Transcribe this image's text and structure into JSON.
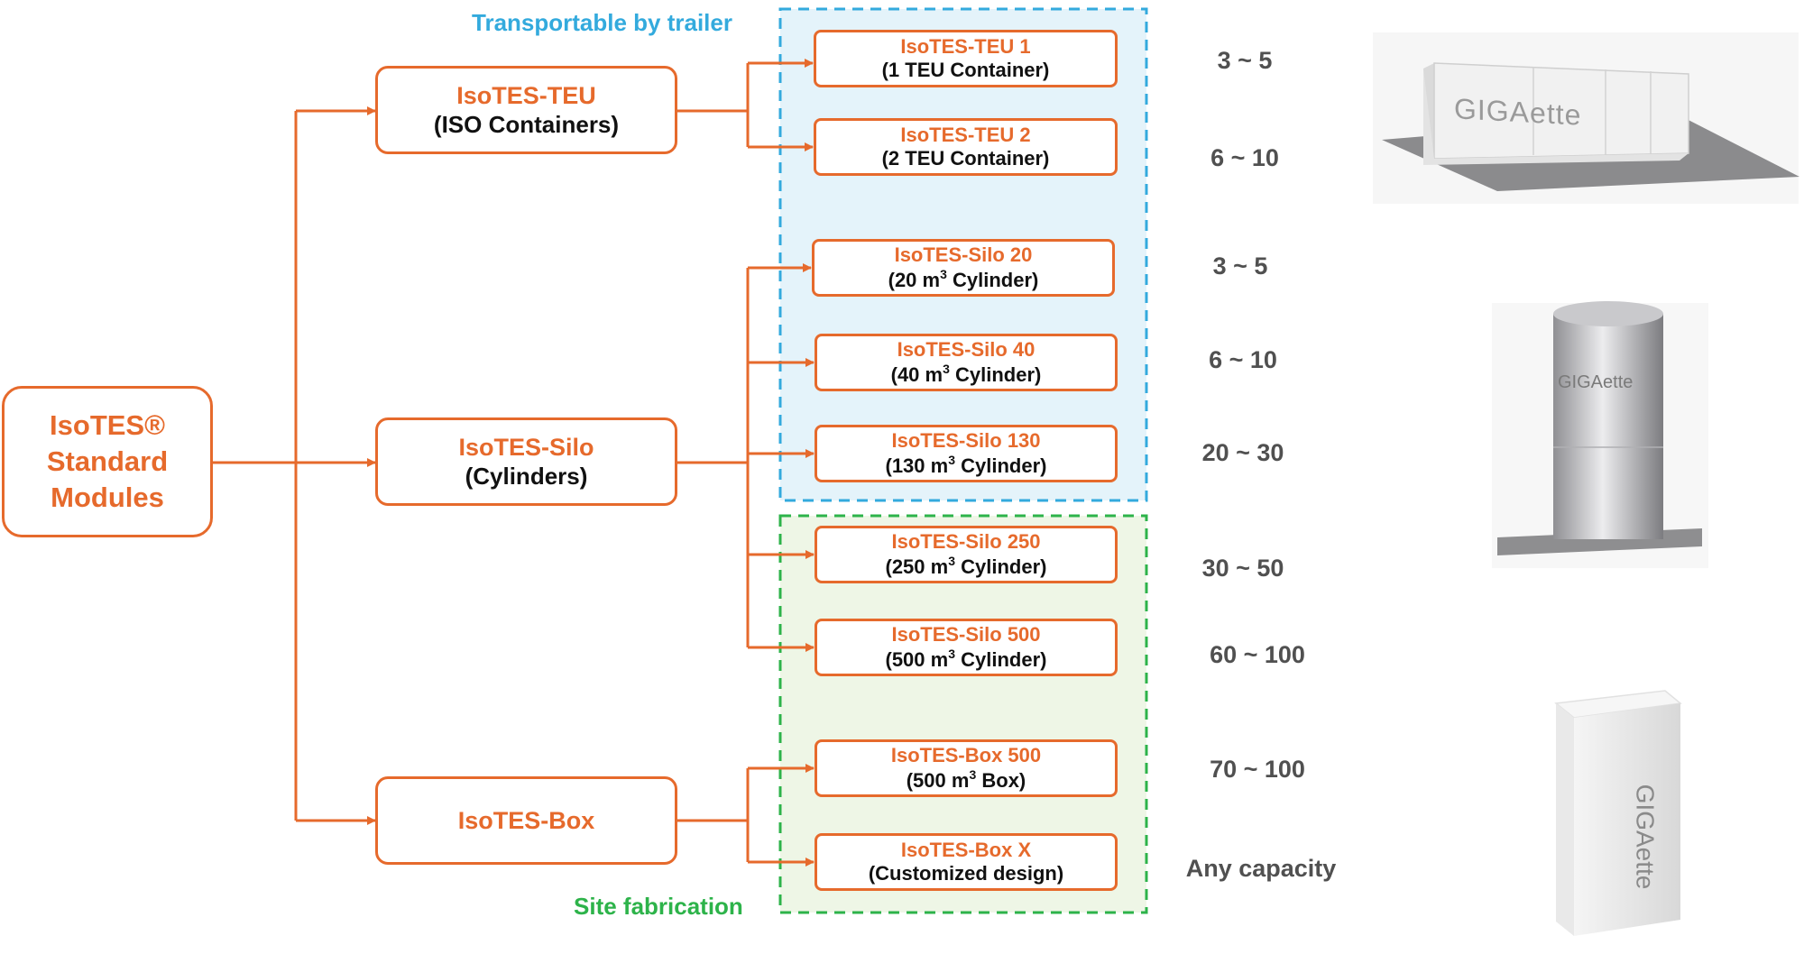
{
  "colors": {
    "accent": "#E66A2C",
    "trailer_zone": "#33AADD",
    "site_zone": "#2DB34A",
    "capacity_text": "#505050"
  },
  "root": {
    "line1": "IsoTES®",
    "line2": "Standard",
    "line3": "Modules"
  },
  "families": [
    {
      "title": "IsoTES-TEU",
      "subtitle": "(ISO Containers)"
    },
    {
      "title": "IsoTES-Silo",
      "subtitle": "(Cylinders)"
    },
    {
      "title": "IsoTES-Box",
      "subtitle": ""
    }
  ],
  "zones": {
    "trailer_label": "Transportable by trailer",
    "site_label": "Site fabrication"
  },
  "modules": [
    {
      "title": "IsoTES-TEU 1",
      "sub_a": "(1 TEU Container)",
      "sub_sup": "",
      "sub_b": "",
      "capacity": "3 ~ 5"
    },
    {
      "title": "IsoTES-TEU 2",
      "sub_a": "(2 TEU Container)",
      "sub_sup": "",
      "sub_b": "",
      "capacity": "6 ~ 10"
    },
    {
      "title": "IsoTES-Silo 20",
      "sub_a": "(20 m",
      "sub_sup": "3",
      "sub_b": " Cylinder)",
      "capacity": "3 ~ 5"
    },
    {
      "title": "IsoTES-Silo 40",
      "sub_a": "(40 m",
      "sub_sup": "3",
      "sub_b": " Cylinder)",
      "capacity": "6 ~ 10"
    },
    {
      "title": "IsoTES-Silo 130",
      "sub_a": "(130 m",
      "sub_sup": "3",
      "sub_b": " Cylinder)",
      "capacity": "20 ~ 30"
    },
    {
      "title": "IsoTES-Silo 250",
      "sub_a": "(250 m",
      "sub_sup": "3",
      "sub_b": " Cylinder)",
      "capacity": "30 ~ 50"
    },
    {
      "title": "IsoTES-Silo 500",
      "sub_a": "(500 m",
      "sub_sup": "3",
      "sub_b": " Cylinder)",
      "capacity": "60 ~ 100"
    },
    {
      "title": "IsoTES-Box 500",
      "sub_a": "(500 m",
      "sub_sup": "3",
      "sub_b": " Box)",
      "capacity": "70 ~ 100"
    },
    {
      "title": "IsoTES-Box X",
      "sub_a": "(Customized design)",
      "sub_sup": "",
      "sub_b": "",
      "capacity": "Any capacity"
    }
  ],
  "images": [
    {
      "name": "container-photo",
      "logo": "GIGAette"
    },
    {
      "name": "silo-photo",
      "logo": "GIGAette"
    },
    {
      "name": "box-photo",
      "logo": "GIGAette"
    }
  ]
}
